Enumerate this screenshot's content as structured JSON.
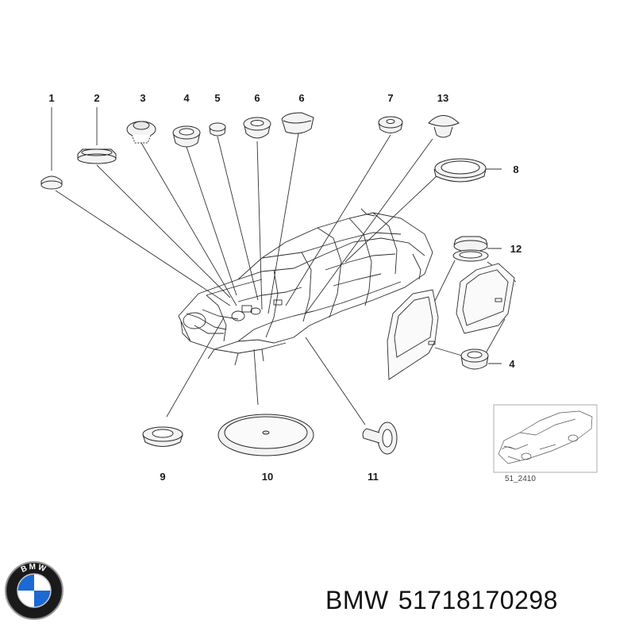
{
  "diagram": {
    "callouts": [
      "1",
      "2",
      "3",
      "4",
      "5",
      "6",
      "6",
      "7",
      "13",
      "8",
      "12",
      "4",
      "9",
      "10",
      "11"
    ],
    "thumbnail_ref": "51_2410"
  },
  "logo": {
    "lettering": "BMW",
    "name": "bmw-roundel"
  },
  "caption": {
    "brand": "BMW",
    "part_number": "51718170298"
  },
  "colors": {
    "line": "#222222",
    "part_fill": "#f3f3f3",
    "logo_blue": "#1c69d4",
    "logo_ring": "#1a1a1a"
  }
}
